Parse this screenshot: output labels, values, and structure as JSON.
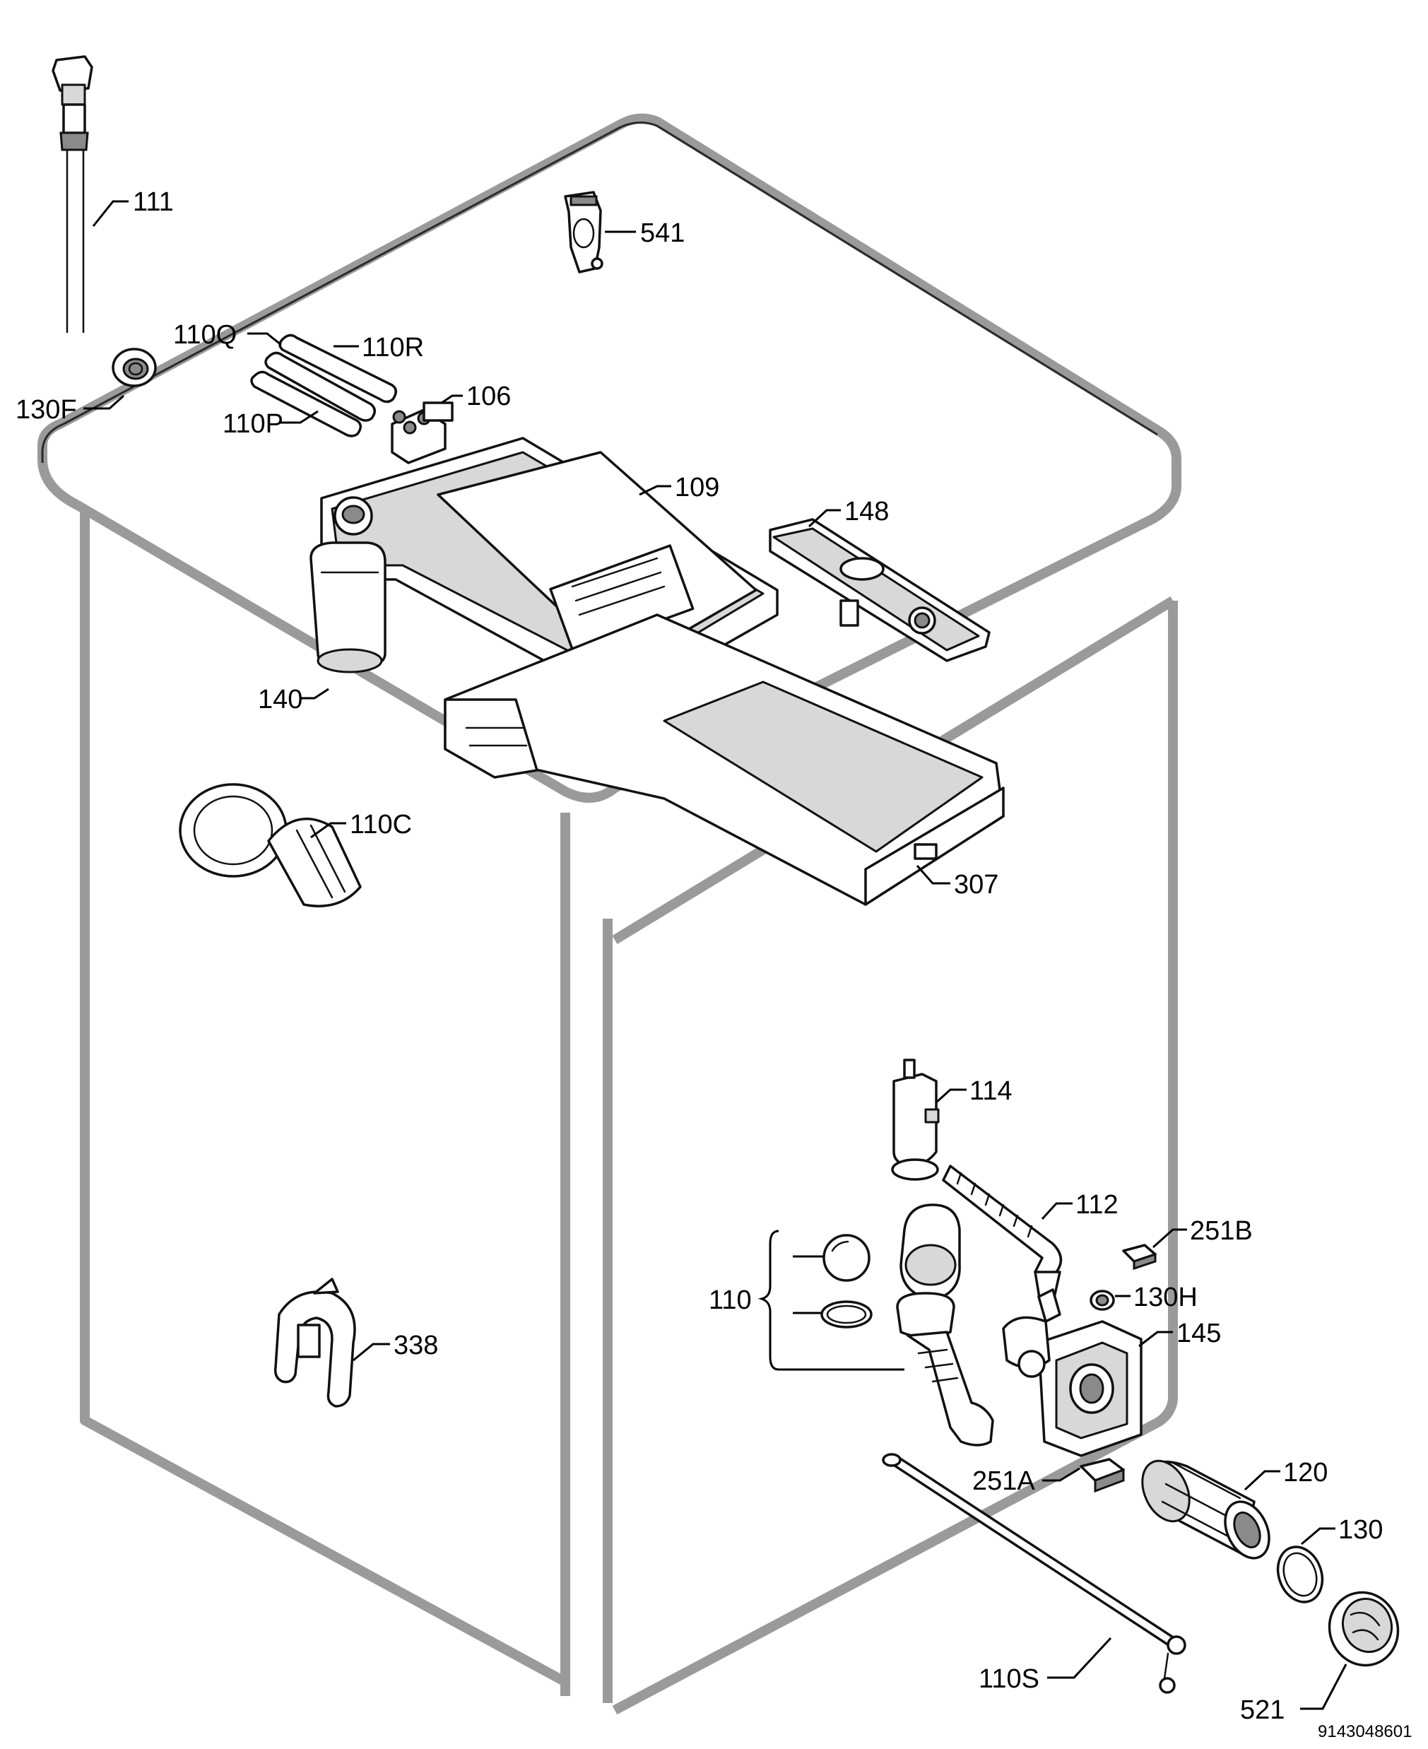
{
  "diagram": {
    "document_number": "9143048601",
    "parts": [
      {
        "id": "p111",
        "label": "111"
      },
      {
        "id": "p541",
        "label": "541"
      },
      {
        "id": "p110Q",
        "label": "110Q"
      },
      {
        "id": "p110R",
        "label": "110R"
      },
      {
        "id": "p130F",
        "label": "130F"
      },
      {
        "id": "p110P",
        "label": "110P"
      },
      {
        "id": "p106",
        "label": "106"
      },
      {
        "id": "p109",
        "label": "109"
      },
      {
        "id": "p148",
        "label": "148"
      },
      {
        "id": "p140",
        "label": "140"
      },
      {
        "id": "p110C",
        "label": "110C"
      },
      {
        "id": "p307",
        "label": "307"
      },
      {
        "id": "p114",
        "label": "114"
      },
      {
        "id": "p112",
        "label": "112"
      },
      {
        "id": "p251B",
        "label": "251B"
      },
      {
        "id": "p110",
        "label": "110"
      },
      {
        "id": "p130H",
        "label": "130H"
      },
      {
        "id": "p145",
        "label": "145"
      },
      {
        "id": "p338",
        "label": "338"
      },
      {
        "id": "p251A",
        "label": "251A"
      },
      {
        "id": "p120",
        "label": "120"
      },
      {
        "id": "p130",
        "label": "130"
      },
      {
        "id": "p110S",
        "label": "110S"
      },
      {
        "id": "p521",
        "label": "521"
      }
    ]
  }
}
